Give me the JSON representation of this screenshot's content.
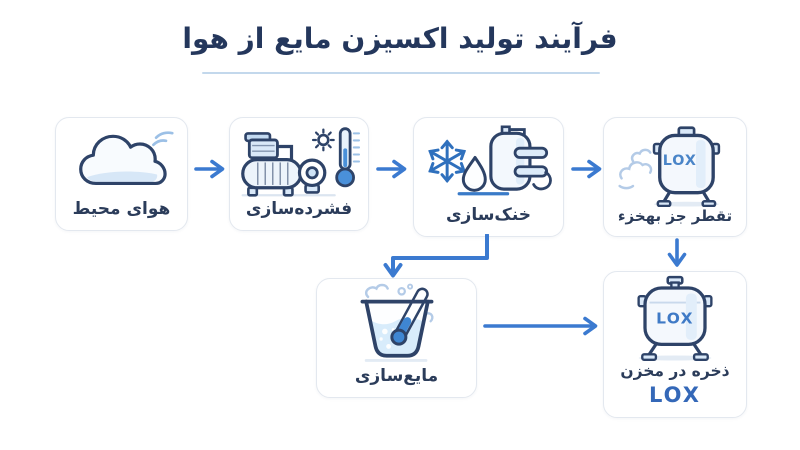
{
  "title": "فرآیند تولید اکسیزن مایع از هوا",
  "steps": [
    {
      "label": "هوای محیط",
      "icon": "cloud"
    },
    {
      "label": "فشرده‌سازی",
      "icon": "compressor"
    },
    {
      "label": "خنک‌سازی",
      "icon": "snowflake-cooler"
    },
    {
      "label": "تقطر جز بهخزء",
      "icon": "distillation-tank",
      "tank_text": "LOX"
    },
    {
      "label": "مایع‌سازی",
      "icon": "beaker-thermometer"
    },
    {
      "label": "ذخره در مخزن",
      "icon": "storage-tank",
      "tank_text": "LOX",
      "sub_label": "LOX"
    }
  ],
  "flow": [
    "ambient-air → compression",
    "compression → cooling",
    "cooling → distillation",
    "cooling → liquefaction",
    "distillation → storage",
    "liquefaction → storage"
  ],
  "colors": {
    "title_text": "#24375c",
    "label_text": "#2b3c5a",
    "arrow_blue": "#3b7ad0",
    "icon_outline": "#2e4368",
    "icon_fill_light": "#d9e8f8",
    "lox_tank_text": "#4a85c8",
    "lox_caption": "#3468b8",
    "box_border": "#e3e8ef",
    "underline": "#c3d8ec",
    "snowflake_blue": "#2f70bd",
    "steam_blue": "#b4cbe7"
  }
}
